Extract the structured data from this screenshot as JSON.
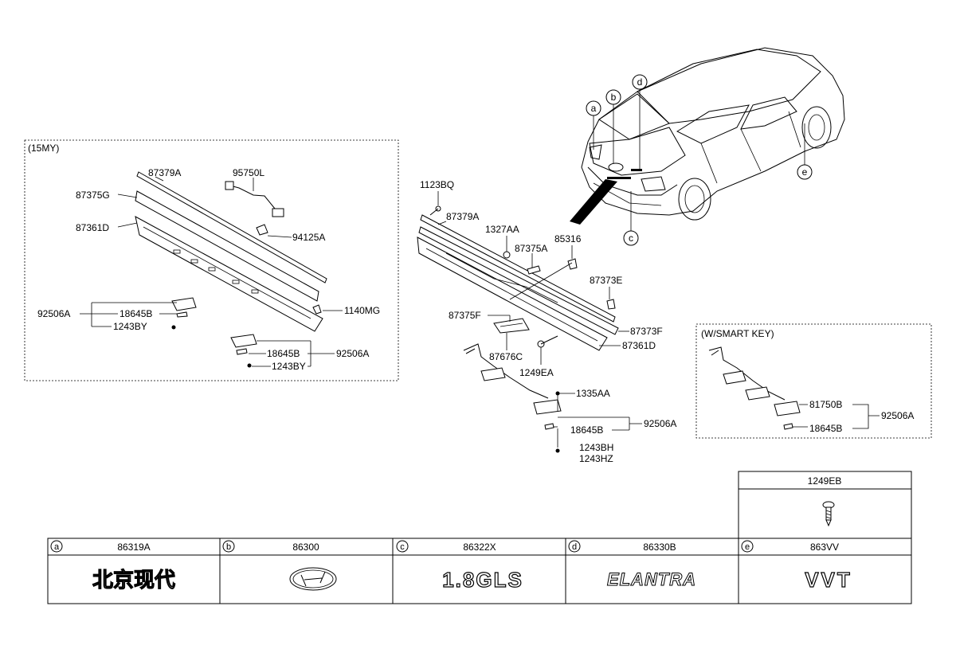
{
  "boxes": {
    "my15": "(15MY)",
    "smart_key": "(W/SMART KEY)"
  },
  "labels": {
    "p87379A_l": "87379A",
    "p87375G": "87375G",
    "p87361D_l": "87361D",
    "p95750L": "95750L",
    "p94125A": "94125A",
    "p1140MG": "1140MG",
    "p92506A_l": "92506A",
    "p18645B_l1": "18645B",
    "p1243BY_l1": "1243BY",
    "p18645B_l2": "18645B",
    "p1243BY_l2": "1243BY",
    "p92506A_l2": "92506A",
    "p1123BQ": "1123BQ",
    "p87379A_c": "87379A",
    "p1327AA": "1327AA",
    "p87375A": "87375A",
    "p85316": "85316",
    "p87373E": "87373E",
    "p87375F": "87375F",
    "p87373F": "87373F",
    "p87361D_c": "87361D",
    "p87676C": "87676C",
    "p1249EA": "1249EA",
    "p1335AA": "1335AA",
    "p18645B_c": "18645B",
    "p92506A_c": "92506A",
    "p1243BH": "1243BH",
    "p1243HZ": "1243HZ",
    "p81750B": "81750B",
    "p18645B_r": "18645B",
    "p92506A_r": "92506A"
  },
  "callouts": [
    "a",
    "b",
    "c",
    "d",
    "e"
  ],
  "fastener_table": {
    "header": "1249EB",
    "icon": "screw-icon"
  },
  "emblem_table": [
    {
      "letter": "a",
      "part": "86319A",
      "emblem": "北京现代",
      "icon": "beijing-hyundai-emblem"
    },
    {
      "letter": "b",
      "part": "86300",
      "emblem": "",
      "icon": "hyundai-logo-icon"
    },
    {
      "letter": "c",
      "part": "86322X",
      "emblem": "1.8GLS",
      "icon": "1-8gls-emblem"
    },
    {
      "letter": "d",
      "part": "86330B",
      "emblem": "ELANTRA",
      "icon": "elantra-emblem"
    },
    {
      "letter": "e",
      "part": "863VV",
      "emblem": "VVT",
      "icon": "vvt-emblem"
    }
  ]
}
